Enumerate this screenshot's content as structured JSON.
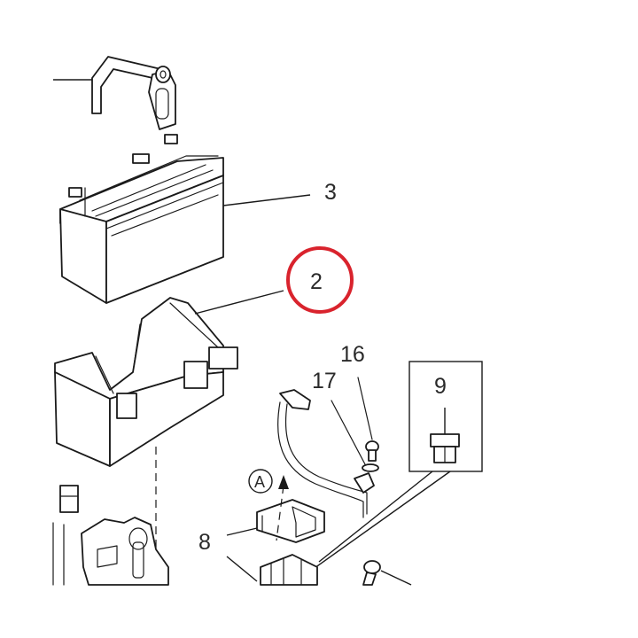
{
  "callouts": {
    "battery": "3",
    "battery_tray": "2",
    "bolt": "16",
    "washer": "17",
    "fuse": "9",
    "fuse_cover": "8"
  },
  "reference": "A",
  "colors": {
    "highlight_circle": "#d9232d",
    "line": "#1a1a1a",
    "text": "#2a2a2a"
  }
}
